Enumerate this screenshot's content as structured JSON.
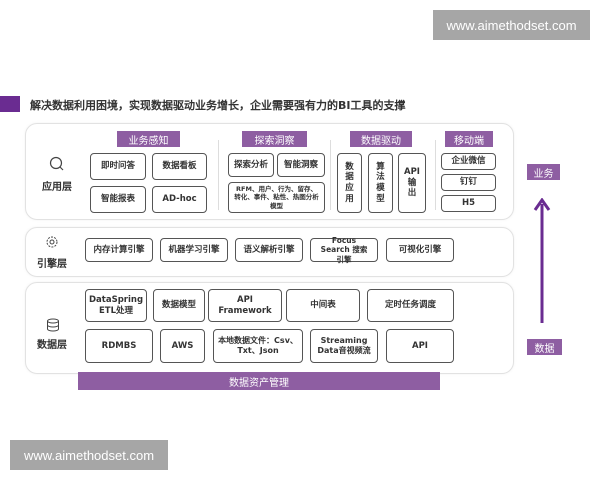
{
  "watermark": "www.aimethodset.com",
  "title": "解决数据利用困境，实现数据驱动业务增长，企业需要强有力的BI工具的支撑",
  "app_layer": {
    "label": "应用层",
    "groups": [
      {
        "header": "业务感知",
        "items": [
          "即时问答",
          "数据看板",
          "智能报表",
          "AD-hoc"
        ]
      },
      {
        "header": "探索洞察",
        "items": [
          "探索分析",
          "智能洞察",
          "RFM、用户、行为、留存、转化、事件、粘性、热图分析模型"
        ]
      },
      {
        "header": "数据驱动",
        "items": [
          "数据应用",
          "算法模型",
          "API输出"
        ]
      },
      {
        "header": "移动端",
        "items": [
          "企业微信",
          "钉钉",
          "H5"
        ]
      }
    ]
  },
  "engine_layer": {
    "label": "引擎层",
    "items": [
      "内存计算引擎",
      "机器学习引擎",
      "语义解析引擎",
      "Focus Search 搜索引擎",
      "可视化引擎"
    ]
  },
  "data_layer": {
    "label": "数据层",
    "row1": [
      "DataSpring ETL处理",
      "数据模型",
      "API Framework",
      "中间表",
      "定时任务调度"
    ],
    "row2": [
      "RDMBS",
      "AWS",
      "本地数据文件：Csv、Txt、Json",
      "Streaming Data音视频流",
      "API"
    ]
  },
  "asset_bar": "数据资产管理",
  "arrow": {
    "top": "业务",
    "bottom": "数据"
  },
  "colors": {
    "accent": "#8e5ea2",
    "arrow": "#6a2c91"
  }
}
